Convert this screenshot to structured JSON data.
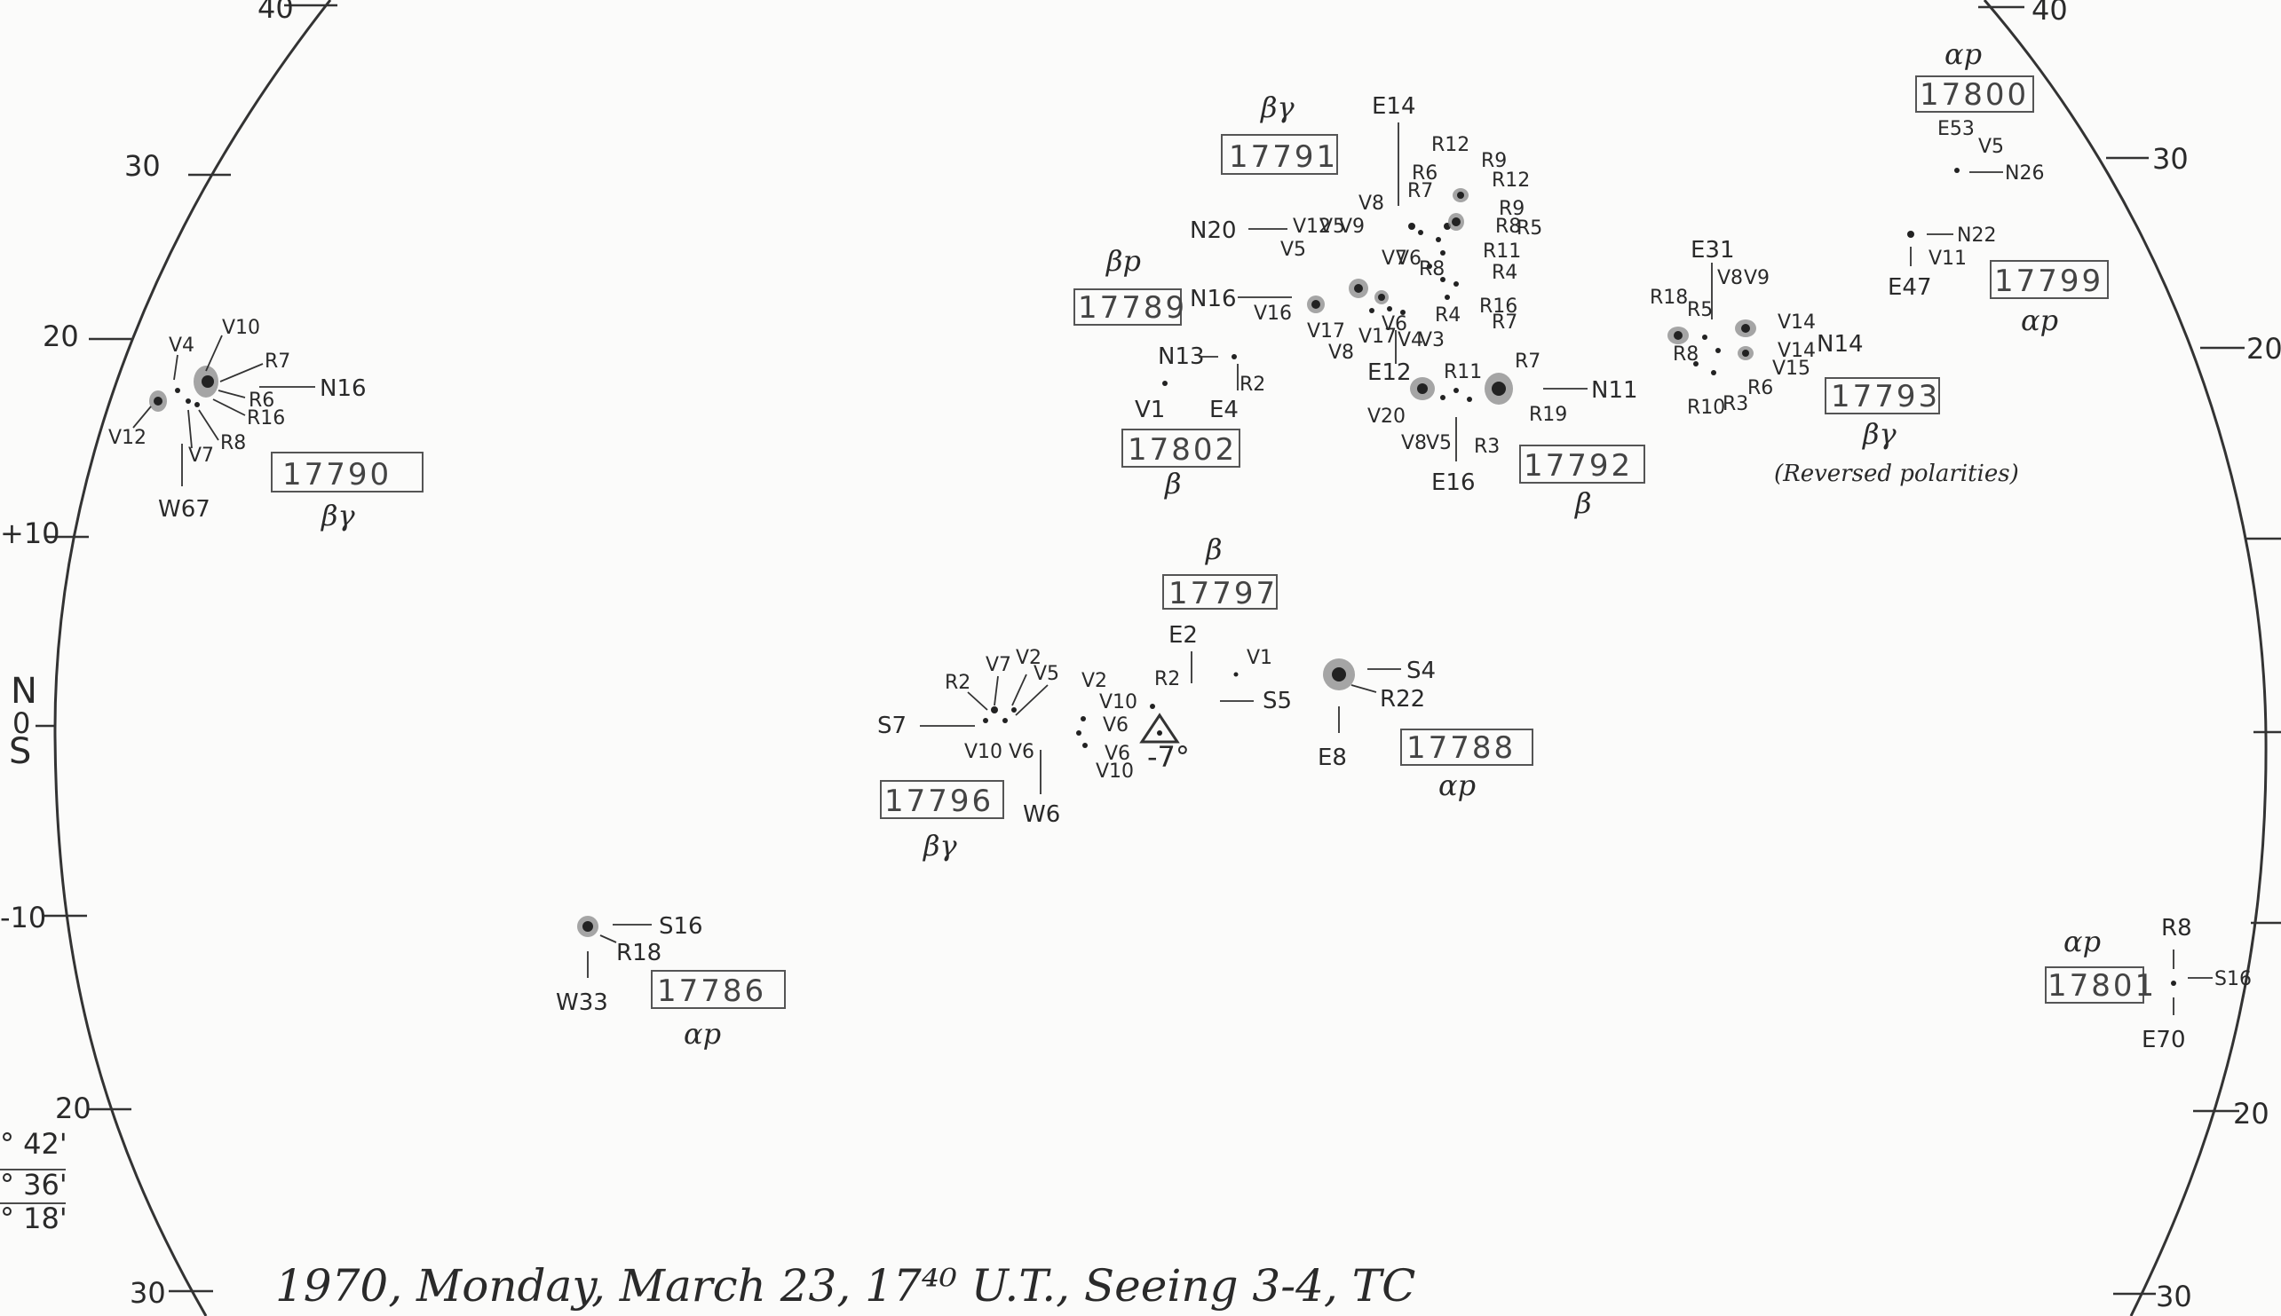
{
  "drawing": {
    "caption": "1970, Monday, March 23, 17⁴⁰ U.T., Seeing 3-4, TC",
    "left_notes": [
      "° 42'",
      "° 36'",
      "° 18'"
    ]
  },
  "latitude_marks": {
    "left": [
      "40",
      "30",
      "20",
      "+10",
      "-10",
      "20",
      "30"
    ],
    "right": [
      "40",
      "30",
      "20",
      "20",
      "30"
    ],
    "equator": {
      "n": "N",
      "zero": "0",
      "s": "S"
    }
  },
  "regions": [
    {
      "number": "17790",
      "class": "βγ",
      "labels": [
        "V4",
        "V10",
        "R7",
        "N16",
        "R6",
        "R16",
        "R8",
        "V12",
        "V7",
        "W67"
      ]
    },
    {
      "number": "17791",
      "class": "βγ",
      "labels": [
        "E14",
        "R12",
        "R9",
        "R6",
        "R12",
        "R7",
        "R9",
        "V8",
        "R8",
        "R5",
        "N20",
        "V12",
        "V5",
        "V9",
        "R11",
        "V5",
        "V7",
        "V6",
        "R4",
        "R8",
        "R16",
        "R4",
        "R7"
      ]
    },
    {
      "number": "17789",
      "class": "βp",
      "labels": [
        "N16",
        "V16",
        "V17",
        "V8",
        "V17",
        "V6",
        "V4",
        "V3"
      ]
    },
    {
      "number": "17802",
      "class": "β",
      "labels": [
        "N13",
        "R2",
        "V1",
        "E4"
      ]
    },
    {
      "number": "17792",
      "class": "β",
      "labels": [
        "E12",
        "R11",
        "R7",
        "N11",
        "R19",
        "V20",
        "V8",
        "V5",
        "R3",
        "E16"
      ]
    },
    {
      "number": "17800",
      "class": "αp",
      "labels": [
        "E53",
        "V5",
        "N26"
      ]
    },
    {
      "number": "17799",
      "class": "αp",
      "labels": [
        "N22",
        "V11",
        "E47"
      ]
    },
    {
      "number": "17793",
      "class": "βγ",
      "note": "(Reversed polarities)",
      "labels": [
        "E31",
        "V8",
        "V9",
        "R18",
        "R5",
        "V14",
        "N14",
        "V14",
        "R8",
        "V15",
        "R6",
        "R10",
        "R3"
      ]
    },
    {
      "number": "17797",
      "class": "β",
      "labels": [
        "E2",
        "R2",
        "V1",
        "S5",
        "V2",
        "V10",
        "V6",
        "V6",
        "V10",
        "-7°"
      ]
    },
    {
      "number": "17796",
      "class": "βγ",
      "labels": [
        "R2",
        "V7",
        "V2",
        "V5",
        "S7",
        "V10",
        "V6",
        "W6"
      ]
    },
    {
      "number": "17788",
      "class": "αp",
      "labels": [
        "S4",
        "R22",
        "E8"
      ]
    },
    {
      "number": "17786",
      "class": "αp",
      "labels": [
        "S16",
        "R18",
        "W33"
      ]
    },
    {
      "number": "17801",
      "class": "αp",
      "labels": [
        "R8",
        "S16",
        "E70"
      ]
    }
  ]
}
